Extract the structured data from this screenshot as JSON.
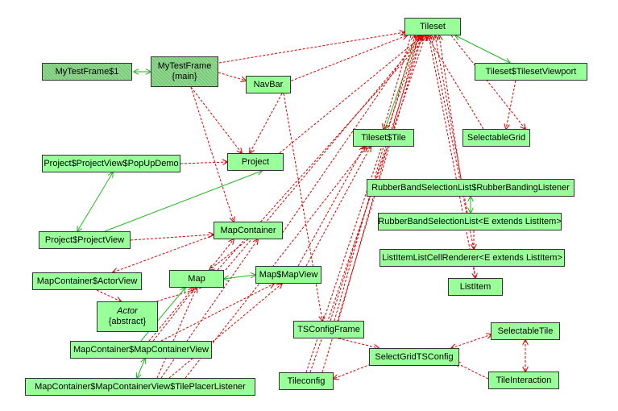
{
  "colors": {
    "node_fill": "#99ff99",
    "node_border": "#333333",
    "dependency_edge": "#e00000",
    "association_edge": "#22bb22"
  },
  "nodes": {
    "tileset": "Tileset",
    "mytestframe1": "MyTestFrame$1",
    "mytestframe": [
      "MyTestFrame",
      "{main}"
    ],
    "navbar": "NavBar",
    "tileset_viewport": "Tileset$TilesetViewport",
    "tileset_tile": "Tileset$Tile",
    "selectable_grid": "SelectableGrid",
    "popup_demo": "Project$ProjectView$PopUpDemo",
    "project": "Project",
    "rubberband_listener": "RubberBandSelectionList$RubberBandingListener",
    "rubberband_list": "RubberBandSelectionList<E extends ListItem>",
    "project_view": "Project$ProjectView",
    "map_container": "MapContainer",
    "renderer": "ListItemListCellRenderer<E extends ListItem>",
    "actor_view": "MapContainer$ActorView",
    "map": "Map",
    "map_view": "Map$MapView",
    "list_item": "ListItem",
    "actor": [
      "Actor",
      "{abstract}"
    ],
    "ts_config_frame": "TSConfigFrame",
    "selectable_tile": "SelectableTile",
    "container_view": "MapContainer$MapContainerView",
    "select_grid_ts_config": "SelectGridTSConfig",
    "tile_placer_listener": "MapContainer$MapContainerView$TilePlacerListener",
    "tileconfig": "Tileconfig",
    "tile_interaction": "TileInteraction"
  }
}
